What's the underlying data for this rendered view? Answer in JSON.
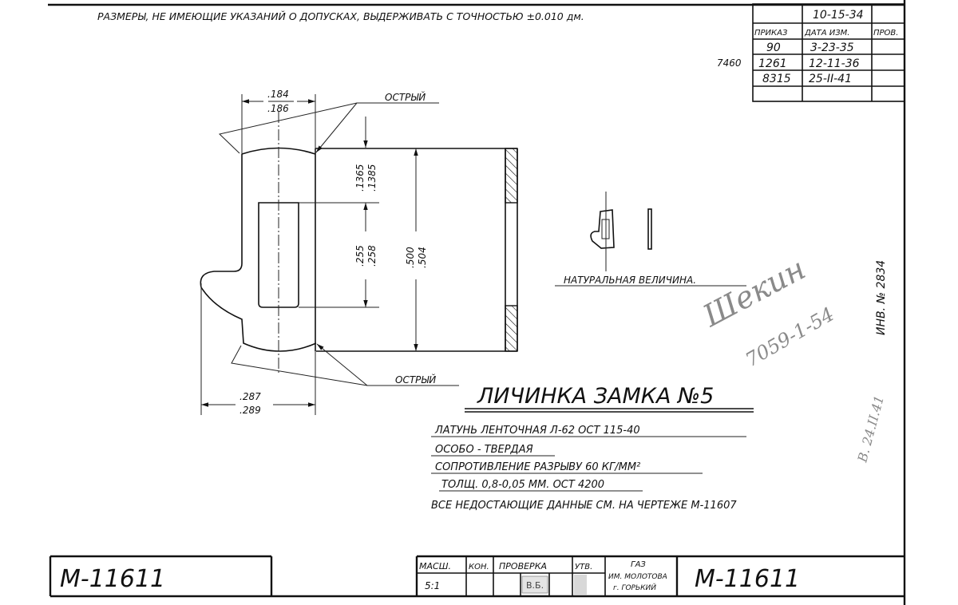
{
  "top_note": "РАЗМЕРЫ, НЕ ИМЕЮЩИЕ УКАЗАНИЙ О ДОПУСКАХ, ВЫДЕРЖИВАТЬ С ТОЧНОСТЬЮ ±0.010 дм.",
  "revision_table": {
    "side_number": "7460",
    "first_date": "10-15-34",
    "headers": [
      "ПРИКАЗ",
      "ДАТА ИЗМ.",
      "ПРОВ."
    ],
    "rows": [
      {
        "order": "90",
        "date": "3-23-35"
      },
      {
        "order": "1261",
        "date": "12-11-36"
      },
      {
        "order": "8315",
        "date": "25-II-41"
      }
    ]
  },
  "dimensions": {
    "top_width": [
      ".184",
      ".186"
    ],
    "upper_height": [
      ".1365",
      ".1385"
    ],
    "slot_height": [
      ".255",
      ".258"
    ],
    "total_height": [
      ".500",
      ".504"
    ],
    "bottom_width": [
      ".287",
      ".289"
    ]
  },
  "edge_labels": {
    "top": "ОСТРЫЙ",
    "bottom": "ОСТРЫЙ"
  },
  "natural_size_label": "НАТУРАЛЬНАЯ ВЕЛИЧИНА.",
  "part_title": "ЛИЧИНКА ЗАМКА №5",
  "notes": [
    "ЛАТУНЬ ЛЕНТОЧНАЯ Л-62 ОСТ 115-40",
    "ОСОБО - ТВЕРДАЯ",
    "СОПРОТИВЛЕНИЕ РАЗРЫВУ 60 КГ/ММ²",
    "ТОЛЩ. 0,8-0,05 ММ. ОСТ 4200",
    "ВСЕ НЕДОСТАЮЩИЕ ДАННЫЕ СМ. НА ЧЕРТЕЖЕ М-11607"
  ],
  "inventory_number": "ИНВ. № 2834",
  "handwritten": {
    "signature": "Шекин",
    "number": "7059-1-54",
    "date_mark": "В. 24.II.41"
  },
  "title_block": {
    "scale_label": "МАСШ.",
    "scale_value": "5:1",
    "kon_label": "КОН.",
    "check_label": "ПРОВЕРКА",
    "check_initials": "В.Б.",
    "approve_label": "УТВ.",
    "plant_line1": "ГАЗ",
    "plant_line2": "ИМ. МОЛОТОВА",
    "plant_line3": "г. ГОРЬКИЙ",
    "drawing_number": "М-11611"
  },
  "corner_number": "М-11611"
}
